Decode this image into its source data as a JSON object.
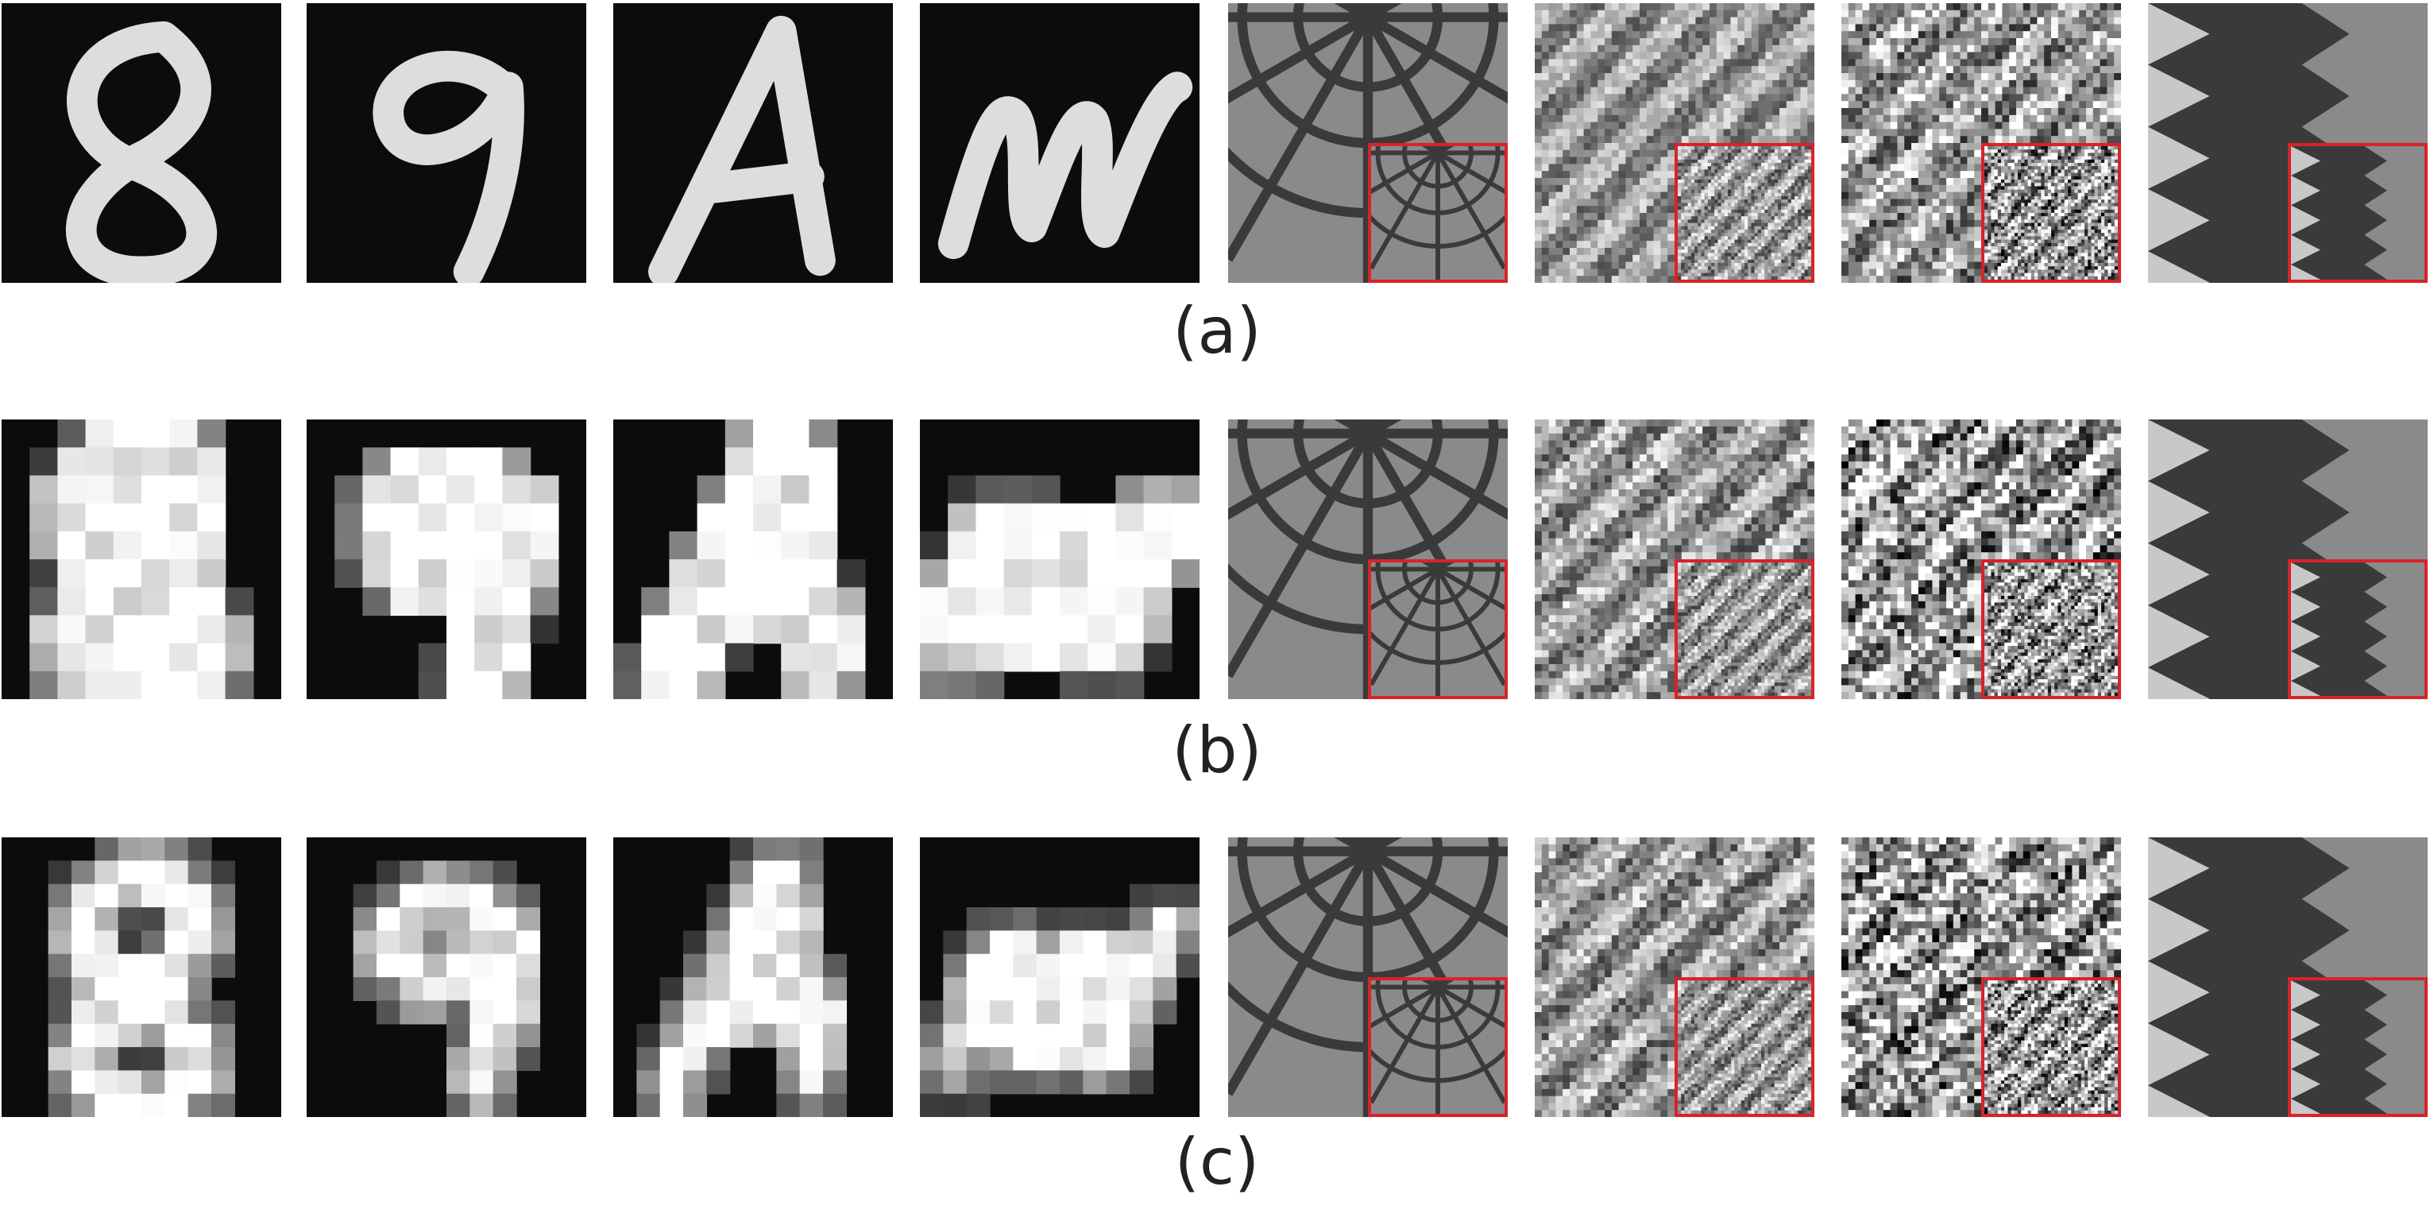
{
  "figure": {
    "rows": [
      {
        "label": "(a)"
      },
      {
        "label": "(b)"
      },
      {
        "label": "(c)"
      }
    ],
    "panels": [
      {
        "kind": "character",
        "glyph": "8"
      },
      {
        "kind": "character",
        "glyph": "9"
      },
      {
        "kind": "character",
        "glyph": "A"
      },
      {
        "kind": "character",
        "glyph": "M"
      },
      {
        "kind": "texture",
        "pattern": "geometric-lattice",
        "zoom_inset": true
      },
      {
        "kind": "texture",
        "pattern": "diagonal-weave",
        "zoom_inset": true
      },
      {
        "kind": "texture",
        "pattern": "noisy-diagonal-weave",
        "zoom_inset": true
      },
      {
        "kind": "texture",
        "pattern": "zigzag",
        "zoom_inset": true
      }
    ],
    "colors": {
      "inset_border": "#d8232a",
      "character_bg": "#0c0c0c",
      "stroke": "#f0f0f0",
      "texture_dark": "#3a3a3a",
      "texture_mid": "#8a8a8a",
      "texture_light": "#c8c8c8"
    }
  }
}
